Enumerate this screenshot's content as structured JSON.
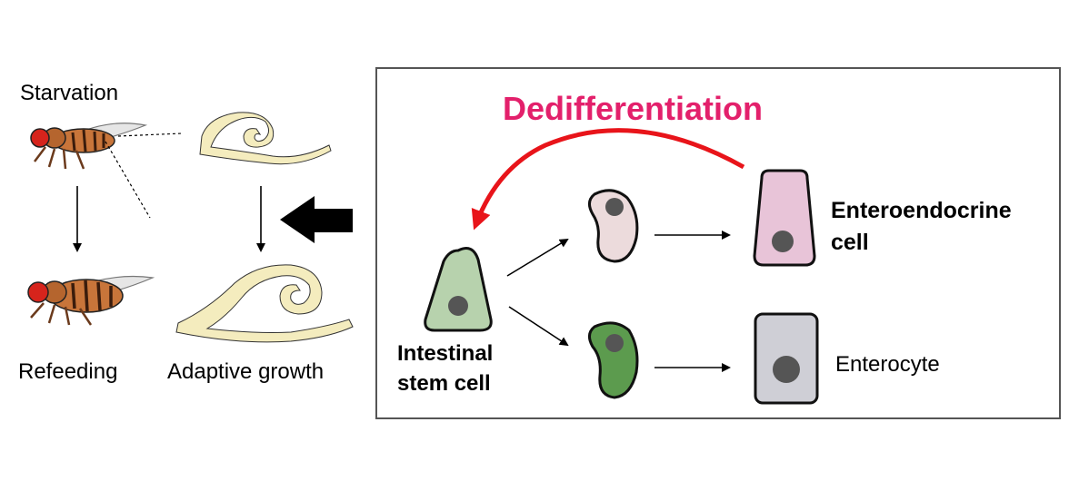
{
  "left_panel": {
    "starvation_label": "Starvation",
    "refeeding_label": "Refeeding",
    "adaptive_growth_label": "Adaptive growth"
  },
  "box": {
    "dedifferentiation_label": "Dedifferentiation",
    "isc_label_line1": "Intestinal",
    "isc_label_line2": "stem cell",
    "ee_label_line1": "Enteroendocrine",
    "ee_label_line2": "cell",
    "enterocyte_label": "Enterocyte"
  },
  "colors": {
    "dedifferentiation_text": "#e3206b",
    "dedifferentiation_arrow": "#e8141a",
    "stem_cell_fill": "#b7d2ad",
    "ee_progenitor_fill": "#ecdbdc",
    "ee_cell_fill": "#e8c4d8",
    "ec_progenitor_fill": "#5c9b4e",
    "enterocyte_fill": "#cfcfd6",
    "gut_fill": "#f4ecbe",
    "fly_body": "#c8753a"
  }
}
